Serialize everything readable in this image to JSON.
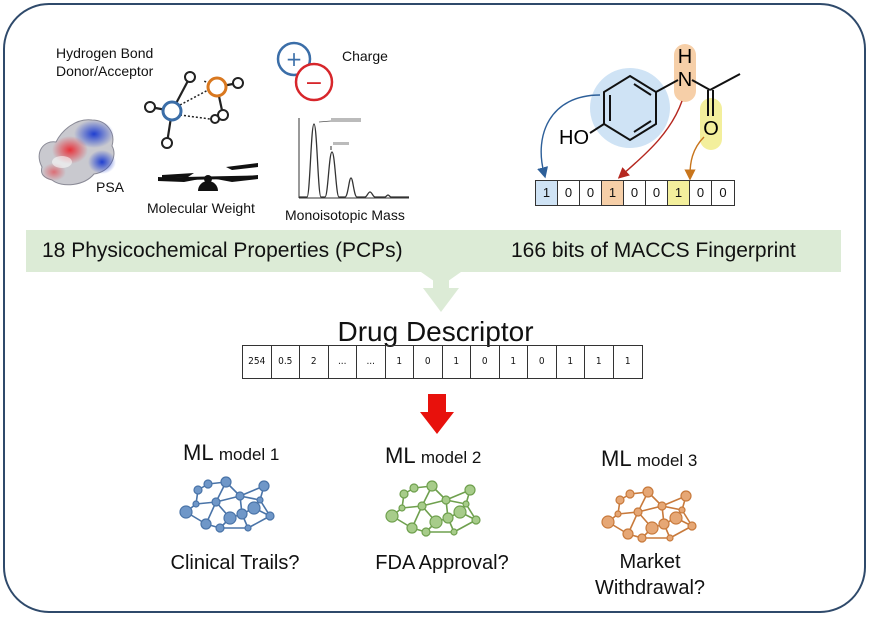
{
  "properties": {
    "hbond_label_line1": "Hydrogen Bond",
    "hbond_label_line2": "Donor/Acceptor",
    "charge_label": "Charge",
    "charge_plus": "+",
    "charge_minus": "−",
    "psa_label": "PSA",
    "mw_label": "Molecular Weight",
    "mono_label": "Monoisotopic Mass"
  },
  "molecule": {
    "n_label": "N",
    "h_label": "H",
    "o_label": "O",
    "ho_label": "HO"
  },
  "fingerprint_bits": [
    {
      "value": "1",
      "highlight": "#cfe3f5"
    },
    {
      "value": "0",
      "highlight": ""
    },
    {
      "value": "0",
      "highlight": ""
    },
    {
      "value": "1",
      "highlight": "#f6cfa8"
    },
    {
      "value": "0",
      "highlight": ""
    },
    {
      "value": "0",
      "highlight": ""
    },
    {
      "value": "1",
      "highlight": "#f3ef9c"
    },
    {
      "value": "0",
      "highlight": ""
    },
    {
      "value": "0",
      "highlight": ""
    }
  ],
  "banners": {
    "pcp": "18 Physicochemical Properties (PCPs)",
    "maccs": "166 bits of MACCS Fingerprint"
  },
  "descriptor": {
    "title": "Drug Descriptor",
    "cells": [
      "254",
      "0.5",
      "2",
      "...",
      "...",
      "1",
      "0",
      "1",
      "0",
      "1",
      "0",
      "1",
      "1",
      "1"
    ]
  },
  "models": [
    {
      "ml": "ML",
      "name": "model 1",
      "question_line1": "Clinical Trails?",
      "question_line2": "",
      "color": "#4a74a8",
      "node_fill": "#6f97c8"
    },
    {
      "ml": "ML",
      "name": "model 2",
      "question_line1": "FDA Approval?",
      "question_line2": "",
      "color": "#6fa04e",
      "node_fill": "#a7cc8a"
    },
    {
      "ml": "ML",
      "name": "model 3",
      "question_line1": "Market",
      "question_line2": "Withdrawal?",
      "color": "#c87a3c",
      "node_fill": "#e6a775"
    }
  ],
  "colors": {
    "frame": "#2f4a6b",
    "banner": "#dcebd6",
    "arrow_red": "#e8110c",
    "arrow_green": "#d4e8cb",
    "highlight_blue": "#cfe3f5",
    "highlight_orange": "#f6cfa8",
    "highlight_yellow": "#f3ef9c"
  }
}
